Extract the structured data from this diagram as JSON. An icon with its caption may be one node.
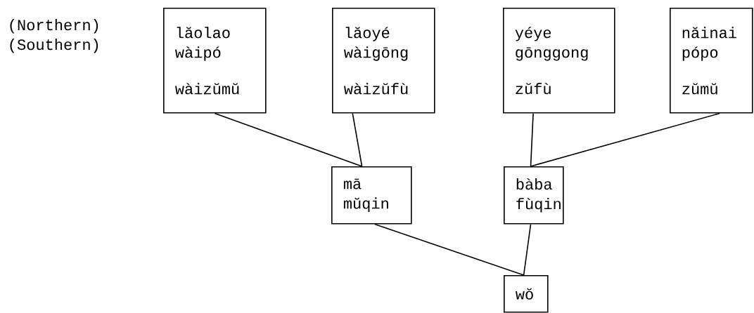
{
  "diagram": {
    "nodes": [
      {
        "text": [
          "lăolao",
          "wàipó",
          "wàizŭmŭ"
        ]
      },
      {
        "text": [
          "lăoyé",
          "wàigōng",
          "wàizŭfù"
        ]
      },
      {
        "text": [
          "yéye",
          "gōnggong",
          "zŭfù"
        ]
      },
      {
        "text": [
          "năinai",
          "pópo",
          "zŭmŭ"
        ]
      },
      {
        "text": [
          "mā",
          "mŭqin"
        ]
      },
      {
        "text": [
          "bàba",
          "fùqin"
        ]
      },
      {
        "text": [
          "wŏ"
        ]
      }
    ],
    "edges": [
      {
        "from": 0,
        "to": 4,
        "arrow": "none"
      },
      {
        "from": 1,
        "to": 4,
        "arrow": "none"
      },
      {
        "from": 2,
        "to": 5,
        "arrow": "none"
      },
      {
        "from": 3,
        "to": 5,
        "arrow": "none"
      },
      {
        "from": 4,
        "to": 6,
        "arrow": "none"
      },
      {
        "from": 5,
        "to": 6,
        "arrow": "none"
      }
    ],
    "labels": [
      "(Northern)",
      "(Southern)"
    ]
  }
}
